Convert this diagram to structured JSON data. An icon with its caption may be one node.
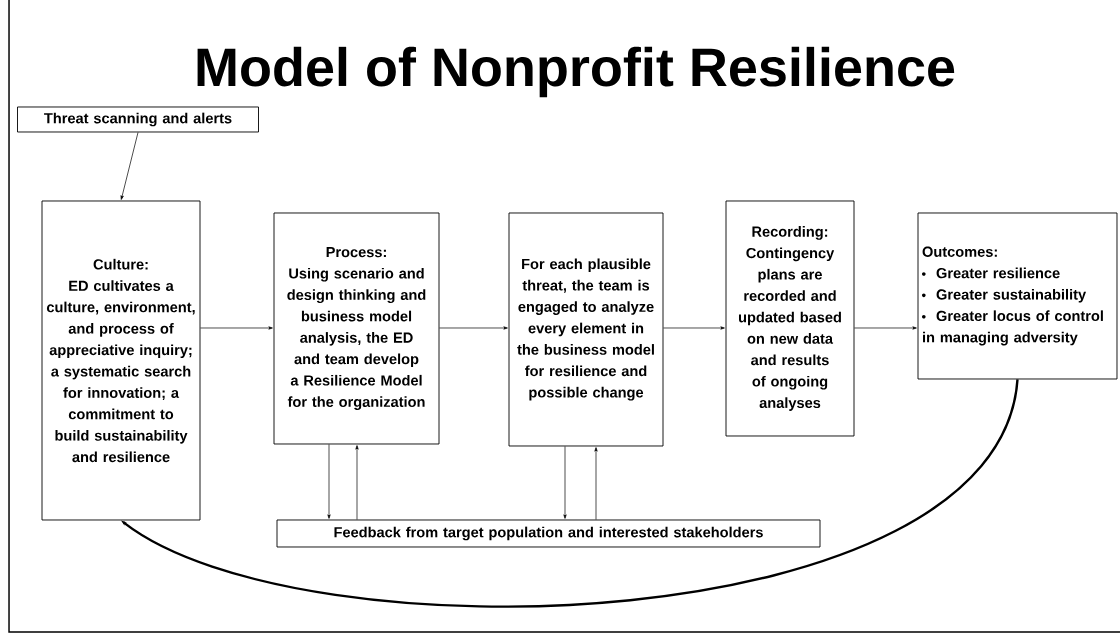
{
  "diagram": {
    "title": "Model of Nonprofit Resilience",
    "nodes": [
      {
        "text": [
          "Threat scanning and alerts"
        ]
      },
      {
        "text": [
          "Culture:",
          "ED cultivates a culture, environment, and process of appreciative inquiry; a systematic search for innovation; a commitment to build sustainability and resilience"
        ]
      },
      {
        "text": [
          "Process:",
          "Using scenario and design thinking and business model analysis, the ED and team develop a Resilience Model for the organization"
        ]
      },
      {
        "text": [
          "For each plausible threat, the team is engaged to analyze every element in the business model for resilience and possible change"
        ]
      },
      {
        "text": [
          "Recording:",
          "Contingency plans are recorded and updated based on new data and results of ongoing analyses"
        ]
      },
      {
        "text": [
          "Outcomes:",
          "Greater resilience",
          "Greater sustainability",
          "Greater locus of control in managing adversity"
        ]
      },
      {
        "text": [
          "Feedback from target population and interested stakeholders"
        ]
      }
    ],
    "edges": [
      {
        "from": 0,
        "to": 1,
        "arrow": "to"
      },
      {
        "from": 1,
        "to": 2,
        "arrow": "to"
      },
      {
        "from": 2,
        "to": 3,
        "arrow": "to"
      },
      {
        "from": 3,
        "to": 4,
        "arrow": "to"
      },
      {
        "from": 4,
        "to": 5,
        "arrow": "to"
      },
      {
        "from": 2,
        "to": 6,
        "arrow": "to"
      },
      {
        "from": 6,
        "to": 2,
        "arrow": "to"
      },
      {
        "from": 3,
        "to": 6,
        "arrow": "to"
      },
      {
        "from": 6,
        "to": 3,
        "arrow": "to"
      },
      {
        "from": 5,
        "to": 1,
        "arrow": "to",
        "style": "thick"
      }
    ]
  }
}
